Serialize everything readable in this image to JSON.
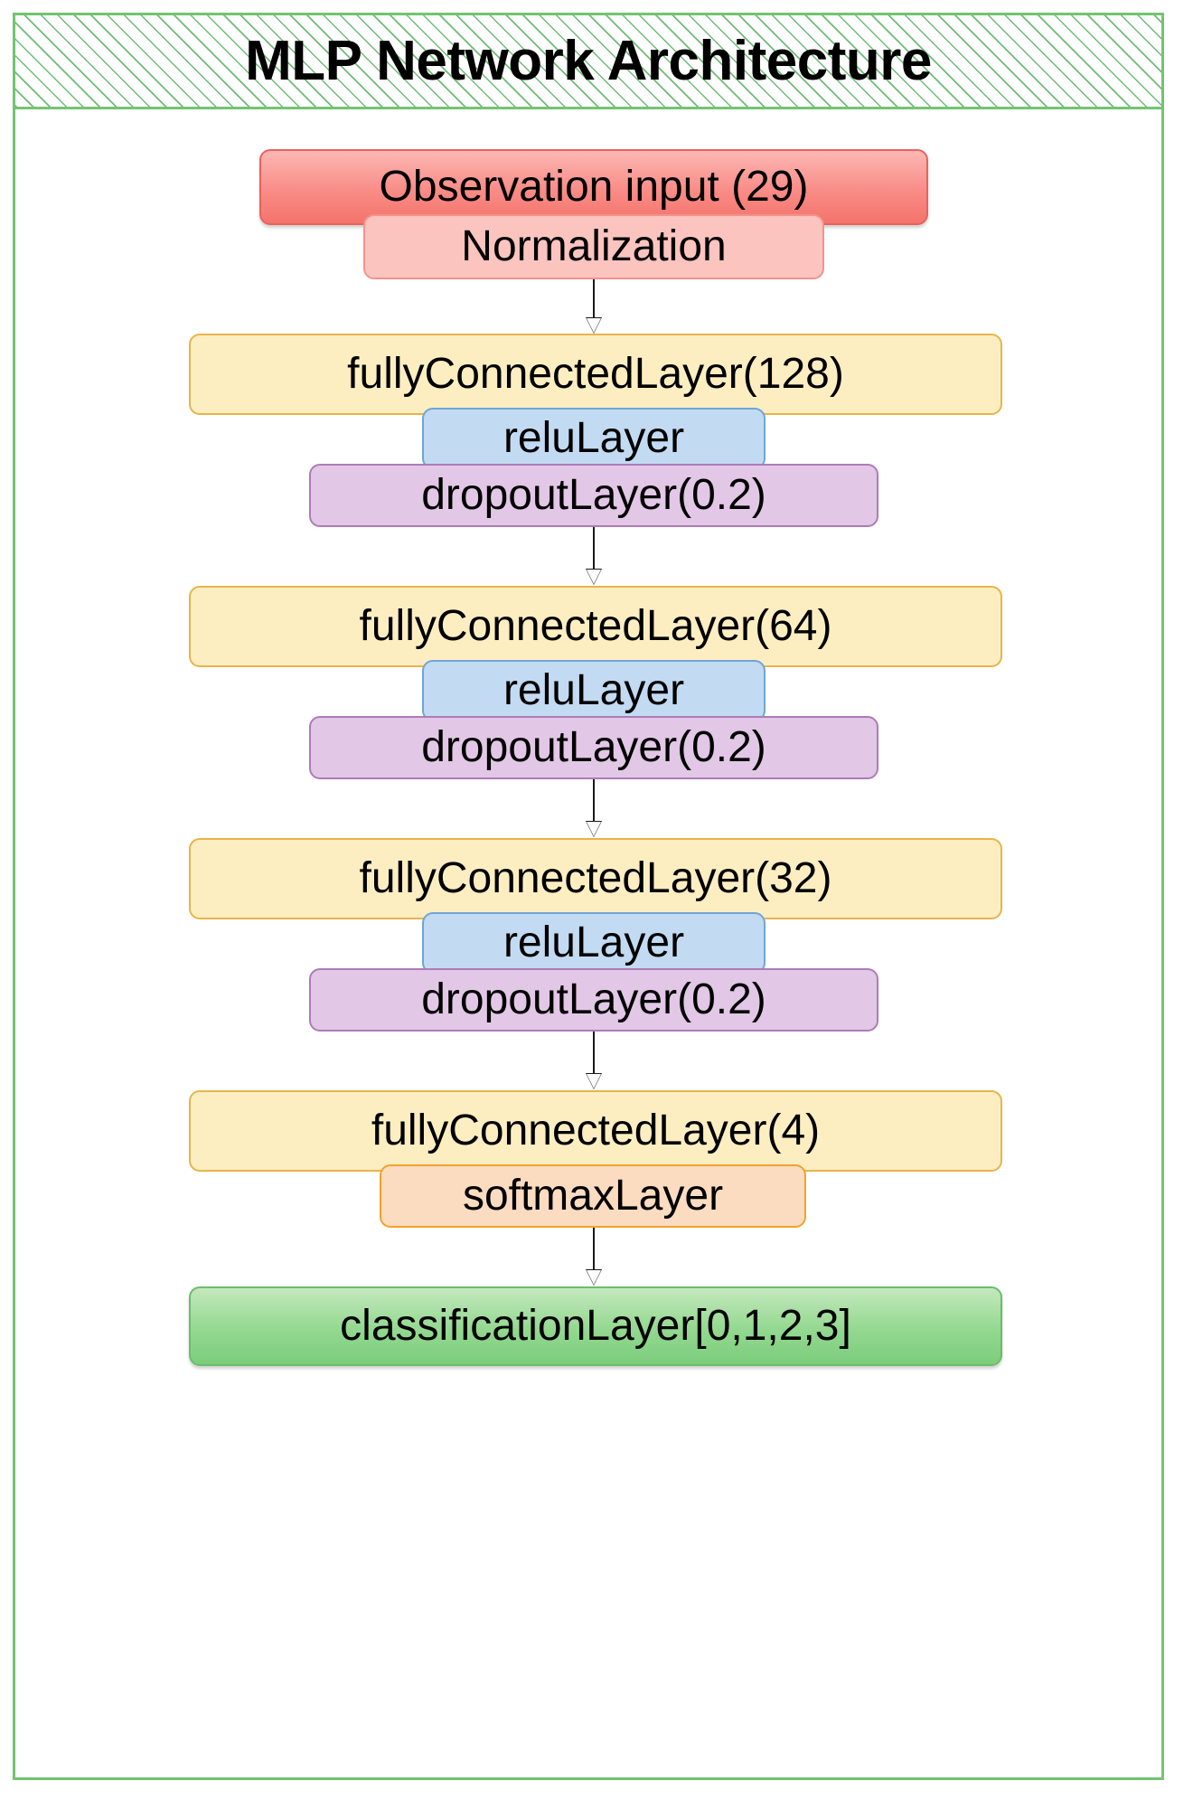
{
  "header": {
    "title": "MLP Network Architecture"
  },
  "network": {
    "nodes": [
      {
        "id": "observation-input",
        "label": "Observation input (29)",
        "kind": "input"
      },
      {
        "id": "normalization",
        "label": "Normalization",
        "kind": "normalization"
      },
      {
        "id": "fc-128",
        "label": "fullyConnectedLayer(128)",
        "kind": "fully-connected"
      },
      {
        "id": "relu-1",
        "label": "reluLayer",
        "kind": "activation"
      },
      {
        "id": "dropout-1",
        "label": "dropoutLayer(0.2)",
        "kind": "dropout"
      },
      {
        "id": "fc-64",
        "label": "fullyConnectedLayer(64)",
        "kind": "fully-connected"
      },
      {
        "id": "relu-2",
        "label": "reluLayer",
        "kind": "activation"
      },
      {
        "id": "dropout-2",
        "label": "dropoutLayer(0.2)",
        "kind": "dropout"
      },
      {
        "id": "fc-32",
        "label": "fullyConnectedLayer(32)",
        "kind": "fully-connected"
      },
      {
        "id": "relu-3",
        "label": "reluLayer",
        "kind": "activation"
      },
      {
        "id": "dropout-3",
        "label": "dropoutLayer(0.2)",
        "kind": "dropout"
      },
      {
        "id": "fc-4",
        "label": "fullyConnectedLayer(4)",
        "kind": "fully-connected"
      },
      {
        "id": "softmax",
        "label": "softmaxLayer",
        "kind": "softmax"
      },
      {
        "id": "classification",
        "label": "classificationLayer[0,1,2,3]",
        "kind": "output"
      }
    ],
    "colors": {
      "frame_border": "#72c472",
      "title_hatch": "#58af60",
      "input_fill": "#f98c86",
      "normalization_fill": "#fbc4bf",
      "fully_connected_fill": "#fdeec2",
      "fully_connected_border": "#e8b44a",
      "relu_fill": "#c2dbf2",
      "relu_border": "#6fa5d8",
      "dropout_fill": "#e2c7e6",
      "dropout_border": "#ac7cb8",
      "softmax_fill": "#fcdcc0",
      "softmax_border": "#f0a22e",
      "output_fill": "#93d890",
      "arrow": "#1a1a1a"
    }
  }
}
